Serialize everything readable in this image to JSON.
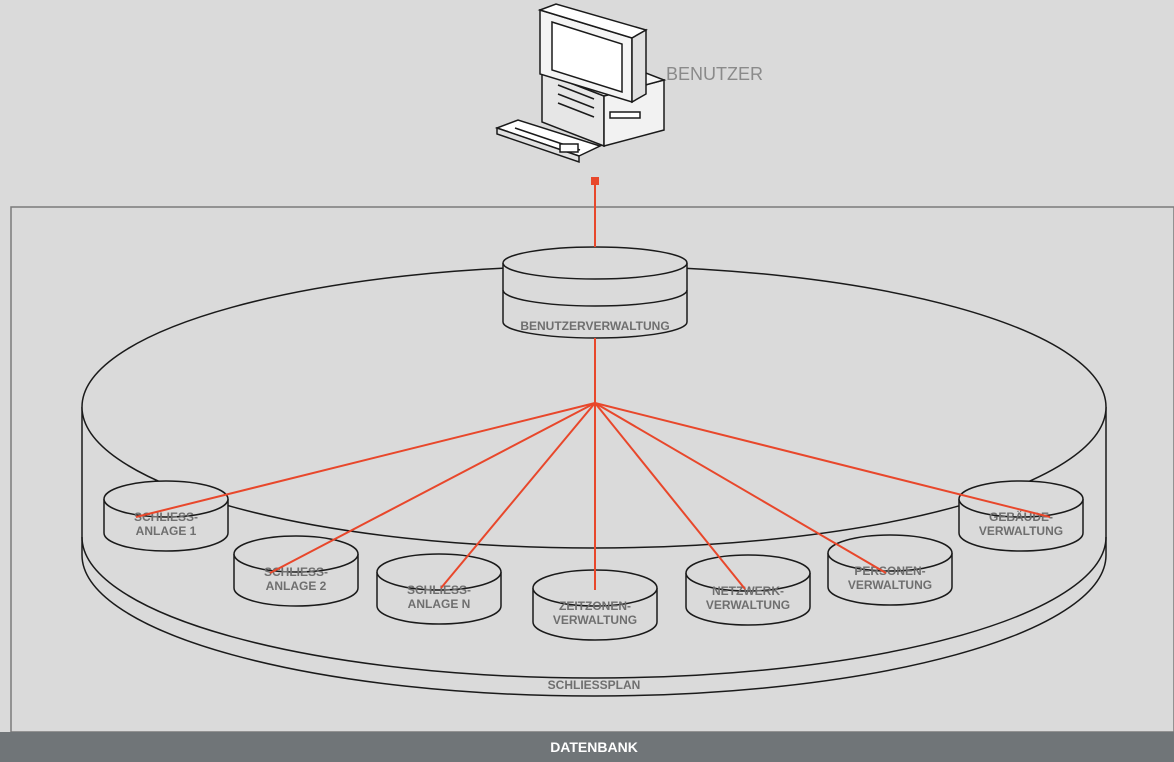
{
  "user": {
    "label": "BENUTZER"
  },
  "core": {
    "label": "BENUTZERVERWALTUNG"
  },
  "ring": {
    "label": "SCHLIESSPLAN"
  },
  "footer": {
    "label": "DATENBANK"
  },
  "modules": [
    {
      "line1": "SCHLIESS-",
      "line2": "ANLAGE 1"
    },
    {
      "line1": "SCHLIESS-",
      "line2": "ANLAGE 2"
    },
    {
      "line1": "SCHLIESS-",
      "line2": "ANLAGE N"
    },
    {
      "line1": "ZEITZONEN-",
      "line2": "VERWALTUNG"
    },
    {
      "line1": "NETZWERK-",
      "line2": "VERWALTUNG"
    },
    {
      "line1": "PERSONEN-",
      "line2": "VERWALTUNG"
    },
    {
      "line1": "GEBÄUDE-",
      "line2": "VERWALTUNG"
    }
  ],
  "colors": {
    "connector": "#e8472b",
    "footer_bg": "#707578",
    "background": "#dadada"
  },
  "icons": [
    "computer-icon"
  ]
}
